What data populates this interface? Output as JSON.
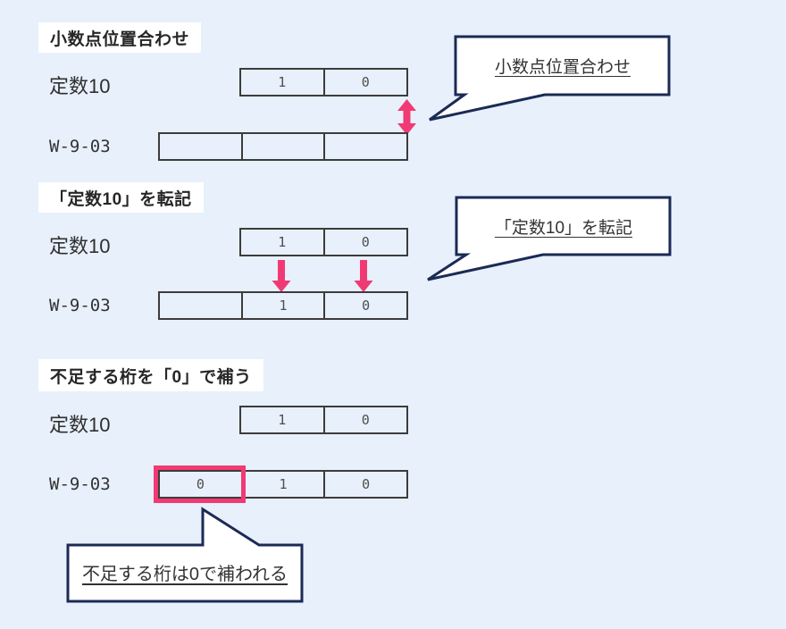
{
  "diagram_title": "decimal-point alignment MOVE example",
  "colors": {
    "background": "#E7F0FB",
    "box_border": "#3c3c3c",
    "accent_pink": "#F13A74",
    "callout_border": "#1B2A55",
    "label_background": "#ffffff",
    "text": "#333333"
  },
  "sections": [
    {
      "label": "小数点位置合わせ",
      "callout": "小数点位置合わせ",
      "rows": [
        {
          "name": "定数10",
          "cells": [
            "1",
            "0"
          ]
        },
        {
          "name": "W-9-03",
          "cells": [
            "",
            "",
            ""
          ]
        }
      ]
    },
    {
      "label": "「定数10」を転記",
      "callout": "「定数10」を転記",
      "rows": [
        {
          "name": "定数10",
          "cells": [
            "1",
            "0"
          ]
        },
        {
          "name": "W-9-03",
          "cells": [
            "",
            "1",
            "0"
          ]
        }
      ]
    },
    {
      "label": "不足する桁を「0」で補う",
      "callout": "不足する桁は0で補われる",
      "rows": [
        {
          "name": "定数10",
          "cells": [
            "1",
            "0"
          ]
        },
        {
          "name": "W-9-03",
          "cells": [
            "0",
            "1",
            "0"
          ],
          "highlighted_cell_index": 0
        }
      ]
    }
  ]
}
